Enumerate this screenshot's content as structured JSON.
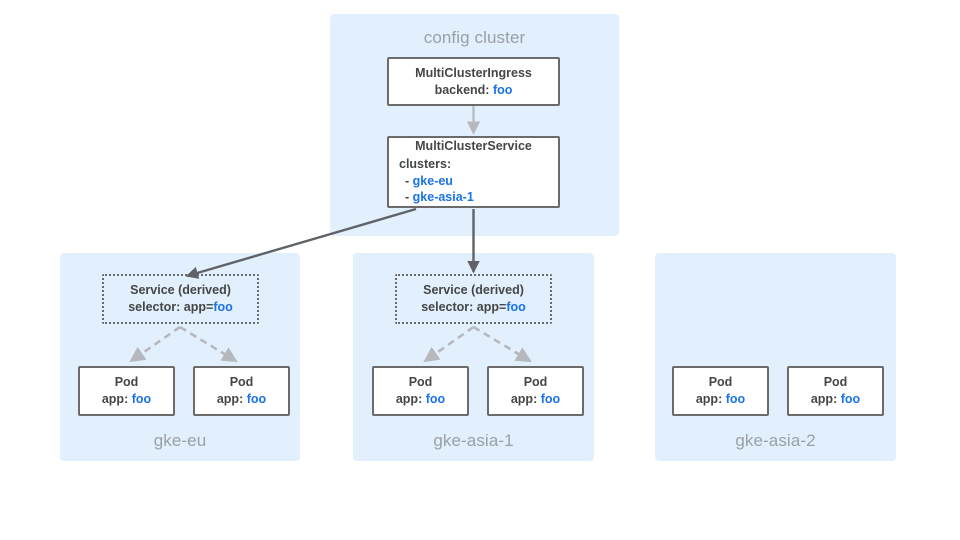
{
  "diagram": {
    "title": "MultiClusterIngress / MultiClusterService fan-out across GKE clusters",
    "accent_blue": "#1a73e8",
    "panel_fill": "#e2effc",
    "box_border": "#6b6b6b",
    "label_gray": "#9aa0a6",
    "text_gray": "#444746"
  },
  "config_cluster": {
    "label": "config cluster",
    "ingress": {
      "kind": "MultiClusterIngress",
      "field_label": "backend:",
      "field_value": "foo"
    },
    "service": {
      "kind": "MultiClusterService",
      "field_label": "clusters:",
      "clusters": [
        {
          "bullet": "-",
          "name": "gke-eu"
        },
        {
          "bullet": "-",
          "name": "gke-asia-1"
        }
      ]
    }
  },
  "clusters": [
    {
      "name": "gke-eu",
      "has_derived_service": true,
      "derived_service": {
        "title": "Service (derived)",
        "selector_label": "selector: app=",
        "selector_value": "foo"
      },
      "pods": [
        {
          "title": "Pod",
          "label": "app:",
          "value": "foo"
        },
        {
          "title": "Pod",
          "label": "app:",
          "value": "foo"
        }
      ]
    },
    {
      "name": "gke-asia-1",
      "has_derived_service": true,
      "derived_service": {
        "title": "Service (derived)",
        "selector_label": "selector: app=",
        "selector_value": "foo"
      },
      "pods": [
        {
          "title": "Pod",
          "label": "app:",
          "value": "foo"
        },
        {
          "title": "Pod",
          "label": "app:",
          "value": "foo"
        }
      ]
    },
    {
      "name": "gke-asia-2",
      "has_derived_service": false,
      "pods": [
        {
          "title": "Pod",
          "label": "app:",
          "value": "foo"
        },
        {
          "title": "Pod",
          "label": "app:",
          "value": "foo"
        }
      ]
    }
  ]
}
